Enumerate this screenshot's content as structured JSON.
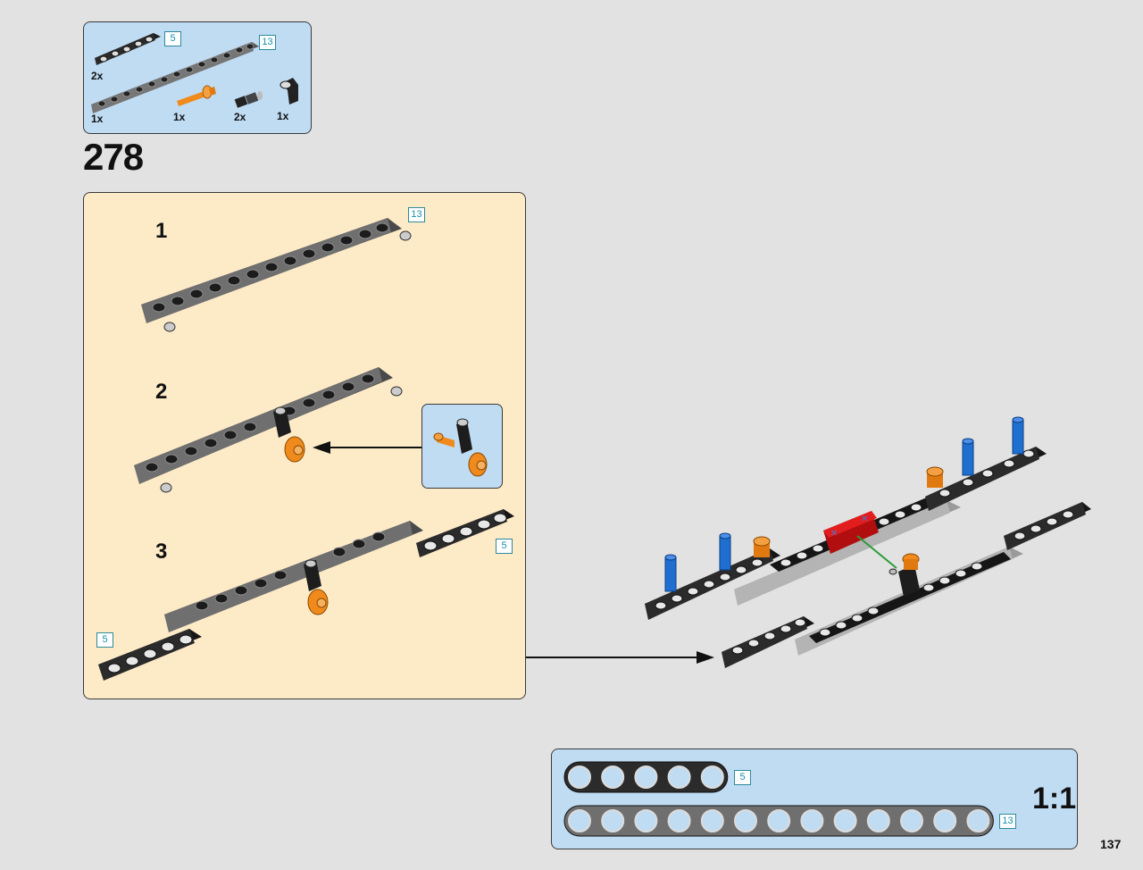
{
  "parts_list": {
    "items": [
      {
        "name": "beam-5",
        "quantity": "2x",
        "length_tag": "5"
      },
      {
        "name": "beam-13",
        "quantity": "1x",
        "length_tag": "13"
      },
      {
        "name": "orange-axle-pin",
        "quantity": "1x"
      },
      {
        "name": "black-bush-connector",
        "quantity": "2x"
      },
      {
        "name": "angle-connector",
        "quantity": "1x"
      }
    ]
  },
  "step": {
    "number": "278"
  },
  "substeps": [
    {
      "number": "1",
      "length_tag": "13"
    },
    {
      "number": "2"
    },
    {
      "number": "3",
      "length_tags": [
        "5",
        "5"
      ]
    }
  ],
  "ruler": {
    "beams": [
      {
        "holes": 5,
        "length_tag": "5"
      },
      {
        "holes": 13,
        "length_tag": "13"
      }
    ],
    "scale_label": "1:1"
  },
  "page": {
    "number": "137"
  },
  "colors": {
    "background": "#e2e2e2",
    "parts_box": "#c0dcf3",
    "substep_box": "#fdebc8",
    "length_tag_text": "#1b8fa8",
    "beam_dark": "#2b2b2b",
    "beam_grey": "#6f6f6f",
    "orange": "#f08a1c",
    "blue": "#1f6fd1",
    "red": "#d11818"
  }
}
